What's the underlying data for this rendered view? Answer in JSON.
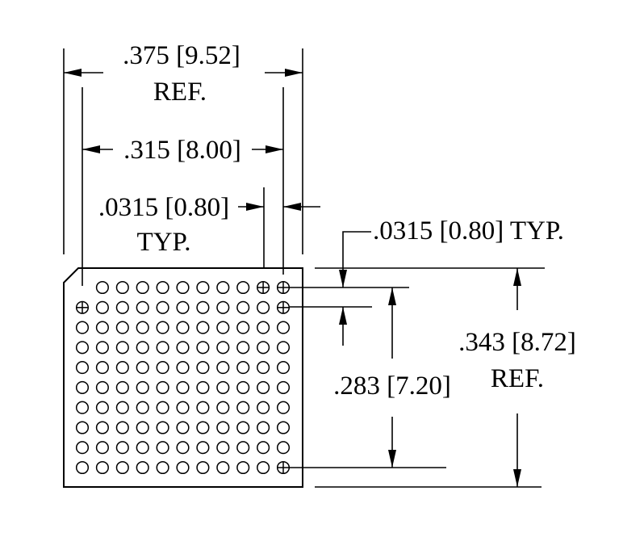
{
  "dimensions": {
    "overall_width": {
      "value": ".375 [9.52]",
      "note": "REF."
    },
    "pitch_span_width": {
      "value": ".315 [8.00]"
    },
    "pitch_x": {
      "value": ".0315 [0.80]",
      "note": "TYP."
    },
    "pitch_y": {
      "value": ".0315 [0.80] TYP."
    },
    "pitch_span_height": {
      "value": ".283 [7.20]"
    },
    "overall_height": {
      "value": ".343 [8.72]",
      "note": "REF."
    }
  },
  "ball_grid": {
    "rows": 10,
    "columns": 11,
    "missing_balls": [
      [
        0,
        0
      ]
    ],
    "marked_balls": [
      [
        0,
        9
      ],
      [
        0,
        10
      ],
      [
        1,
        0
      ],
      [
        1,
        10
      ],
      [
        9,
        10
      ]
    ]
  }
}
